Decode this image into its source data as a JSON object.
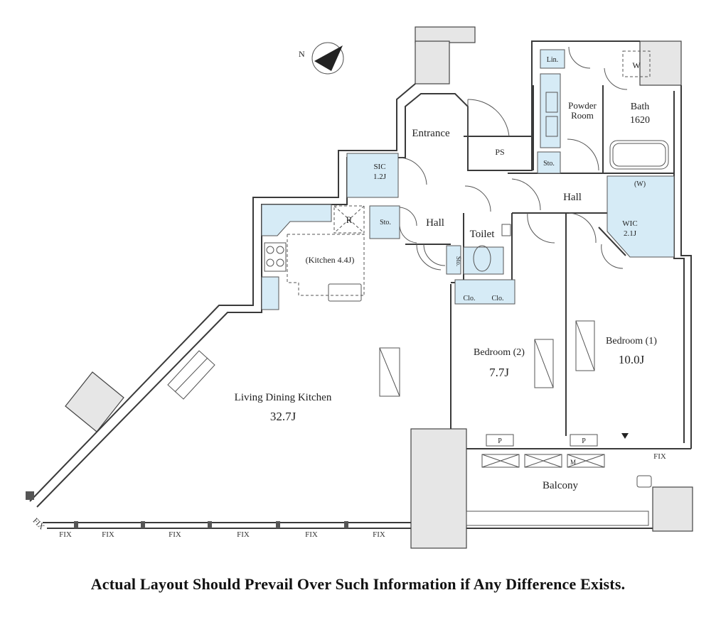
{
  "rooms": {
    "ldk_name": "Living Dining Kitchen",
    "ldk_size": "32.7J",
    "kitchen": "(Kitchen 4.4J)",
    "entrance": "Entrance",
    "hall": "Hall",
    "toilet": "Toilet",
    "bed2_name": "Bedroom (2)",
    "bed2_size": "7.7J",
    "bed1_name": "Bedroom (1)",
    "bed1_size": "10.0J",
    "wic_name": "WIC",
    "wic_size": "2.1J",
    "sic_name": "SIC",
    "sic_size": "1.2J",
    "powder_line1": "Powder",
    "powder_line2": "Room",
    "bath_name": "Bath",
    "bath_size": "1620",
    "balcony": "Balcony",
    "ps": "PS",
    "sto": "Sto.",
    "clo": "Clo.",
    "lin": "Lin.",
    "w": "(W)",
    "washer": "W",
    "refrigerator": "R",
    "pipe": "P",
    "meter": "M",
    "fix": "FIX"
  },
  "compass": {
    "label": "N"
  },
  "disclaimer": "Actual Layout Should Prevail Over Such Information if Any Difference Exists."
}
